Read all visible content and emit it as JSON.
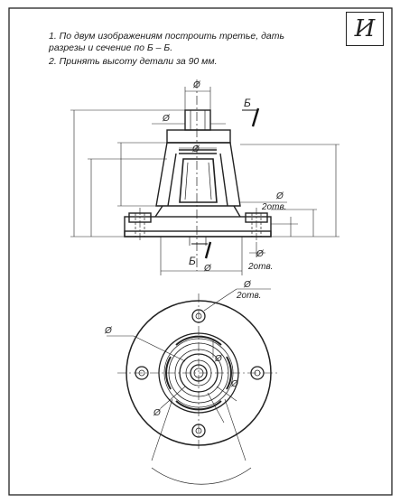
{
  "task": {
    "line1": "1. По двум изображениям построить третье, дать",
    "line2": "разрезы и сечение по Б – Б.",
    "line3": "2. Принять высоту детали за 90 мм."
  },
  "variant": "И",
  "labels": {
    "diameter": "Ø",
    "section_letter": "Б",
    "holes": "2отв."
  }
}
